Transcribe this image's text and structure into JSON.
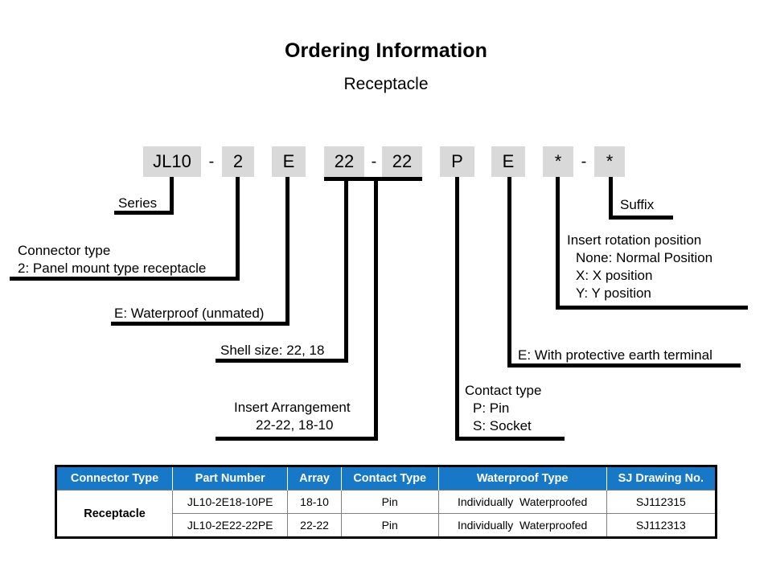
{
  "header": {
    "title": "Ordering Information",
    "subtitle": "Receptacle"
  },
  "part_code": {
    "segments": [
      {
        "name": "series",
        "text": "JL10",
        "type": "box"
      },
      {
        "name": "separator-1",
        "text": "-",
        "type": "dash"
      },
      {
        "name": "connector-type",
        "text": "2",
        "type": "box"
      },
      {
        "name": "waterproof-code",
        "text": "E",
        "type": "box"
      },
      {
        "name": "shell-size",
        "text": "22",
        "type": "box"
      },
      {
        "name": "separator-2",
        "text": "-",
        "type": "dash"
      },
      {
        "name": "insert-arrangement",
        "text": "22",
        "type": "box"
      },
      {
        "name": "contact-type",
        "text": "P",
        "type": "box"
      },
      {
        "name": "earth-terminal",
        "text": "E",
        "type": "box"
      },
      {
        "name": "insert-rotation",
        "text": "*",
        "type": "box"
      },
      {
        "name": "separator-3",
        "text": "-",
        "type": "dash"
      },
      {
        "name": "suffix",
        "text": "*",
        "type": "box"
      }
    ]
  },
  "callouts": {
    "series": "Series",
    "connector_type_line1": "Connector type",
    "connector_type_line2": "2: Panel mount type receptacle",
    "waterproof": "E: Waterproof (unmated)",
    "shell_size": "Shell size: 22, 18",
    "insert_arrangement_line1": "Insert Arrangement",
    "insert_arrangement_line2": "22-22, 18-10",
    "contact_type_line1": "Contact type",
    "contact_type_line2": "P: Pin",
    "contact_type_line3": "S: Socket",
    "earth_terminal": "E: With protective earth terminal",
    "insert_rotation_line1": "Insert rotation position",
    "insert_rotation_line2": "None: Normal Position",
    "insert_rotation_line3": "X: X position",
    "insert_rotation_line4": "Y: Y position",
    "suffix": "Suffix"
  },
  "table": {
    "columns": [
      "Connector Type",
      "Part Number",
      "Array",
      "Contact Type",
      "Waterproof Type",
      "SJ Drawing No."
    ],
    "group_label": "Receptacle",
    "rows": [
      {
        "part_number": "JL10-2E18-10PE",
        "array": "18-10",
        "contact_type": "Pin",
        "waterproof_type": "Individually  Waterproofed",
        "sj_drawing_no": "SJ112315"
      },
      {
        "part_number": "JL10-2E22-22PE",
        "array": "22-22",
        "contact_type": "Pin",
        "waterproof_type": "Individually  Waterproofed",
        "sj_drawing_no": "SJ112313"
      }
    ]
  },
  "colors": {
    "header_blue": "#1878c8",
    "code_box_gray": "#d9d9d9",
    "line_black": "#000000"
  }
}
